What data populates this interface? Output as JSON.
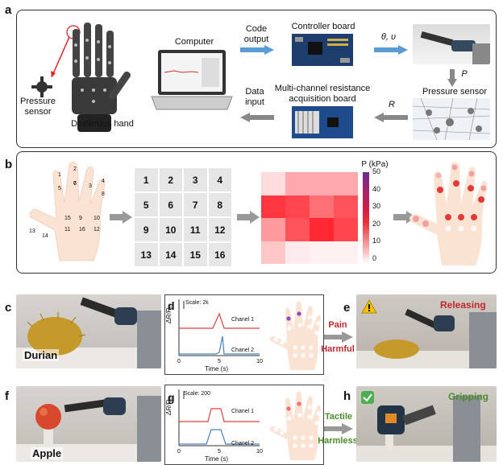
{
  "panels": {
    "a": "a",
    "b": "b",
    "c": "c",
    "d": "d",
    "e": "e",
    "f": "f",
    "g": "g",
    "h": "h"
  },
  "a": {
    "pressure_sensor_left": "Pressure\nsensor",
    "dexterous_hand": "Dexterous hand",
    "computer": "Computer",
    "code_output": "Code\noutput",
    "controller_board": "Controller board",
    "theta_v": "θ, υ",
    "p": "P",
    "pressure_sensor_right": "Pressure sensor",
    "r": "R",
    "acq_board": "Multi-channel resistance\nacquisition board",
    "data_input": "Data\ninput"
  },
  "b": {
    "hand_numbers": [
      "1",
      "2",
      "3",
      "4",
      "5",
      "6",
      "7",
      "8",
      "9",
      "10",
      "11",
      "12",
      "13",
      "14",
      "15",
      "16"
    ],
    "grid": [
      "1",
      "2",
      "3",
      "4",
      "5",
      "6",
      "7",
      "8",
      "9",
      "10",
      "11",
      "12",
      "13",
      "14",
      "15",
      "16"
    ],
    "colorbar_title": "P (kPa)",
    "colorbar_ticks": [
      "50",
      "40",
      "30",
      "20",
      "10",
      "0"
    ],
    "heatmap_values": [
      [
        5,
        12,
        12,
        12
      ],
      [
        28,
        26,
        20,
        24
      ],
      [
        14,
        24,
        30,
        26
      ],
      [
        8,
        3,
        2,
        2
      ]
    ]
  },
  "c": {
    "label": "Durian"
  },
  "d": {
    "scale": "Scale: 2k",
    "ylabel": "ΔR/R₀",
    "xlabel": "Time (s)",
    "xticks": [
      "0",
      "5",
      "10"
    ],
    "ch1": "Chanel 1",
    "ch2": "Chanel 2"
  },
  "arrow_pain": {
    "top": "Pain",
    "bottom": "Harmful"
  },
  "e": {
    "label": "Releasing"
  },
  "f": {
    "label": "Apple"
  },
  "g": {
    "scale": "Scale: 200",
    "ylabel": "ΔR/R₀",
    "xlabel": "Time (s)",
    "xticks": [
      "0",
      "5",
      "10"
    ],
    "ch1": "Chanel 1",
    "ch2": "Chanel 2"
  },
  "arrow_tactile": {
    "top": "Tactile",
    "bottom": "Harmless"
  },
  "h": {
    "label": "Gripping"
  },
  "colors": {
    "red": "#c0272d",
    "blue": "#3d73b8",
    "green": "#4a8c2a",
    "purple": "#6a2c91",
    "arrow_blue": "#5b9bd5",
    "skin": "#fbe3d3"
  }
}
